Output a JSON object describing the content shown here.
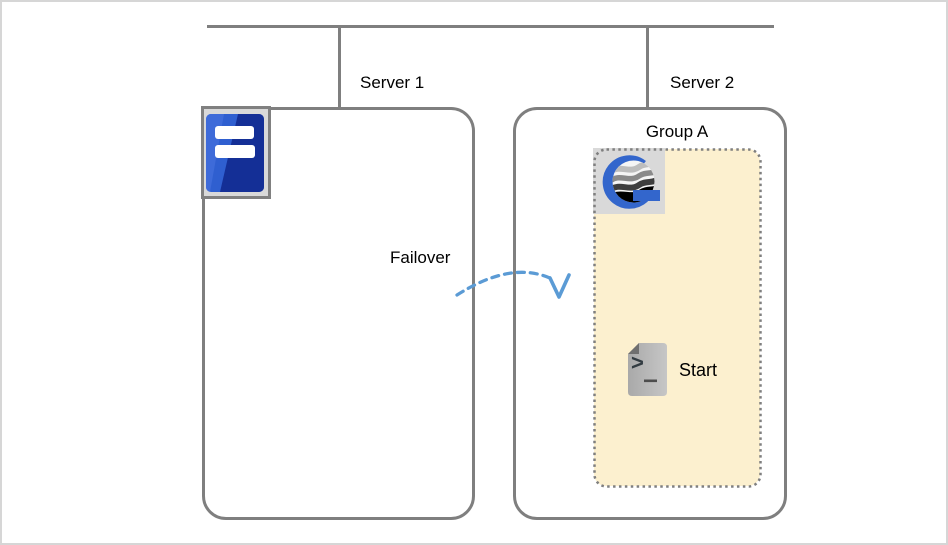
{
  "network": {
    "server1_label": "Server 1",
    "server2_label": "Server 2"
  },
  "group_a": {
    "label": "Group A"
  },
  "failover": {
    "label": "Failover"
  },
  "start": {
    "label": "Start",
    "prompt_glyph": ">"
  },
  "icons": {
    "server1_icon": "server-tower-icon",
    "group_a_icon": "glassfish-application-icon",
    "start_icon": "script-file-icon"
  },
  "colors": {
    "line_gray": "#7F7F7F",
    "canvas_border": "#D6D6D6",
    "group_fill": "#FCF0CF",
    "group_border": "#7F7F7F",
    "arrow_blue": "#5B9BD5",
    "icon_bg_gray": "#D9D9D9",
    "server_icon_blue_light": "#2F5FD0",
    "server_icon_blue_dark": "#142F96",
    "g_logo_blue": "#3366CC",
    "script_icon_body": "#B5B5B5",
    "script_icon_fold": "#6F6F6F",
    "text": "#000000"
  }
}
